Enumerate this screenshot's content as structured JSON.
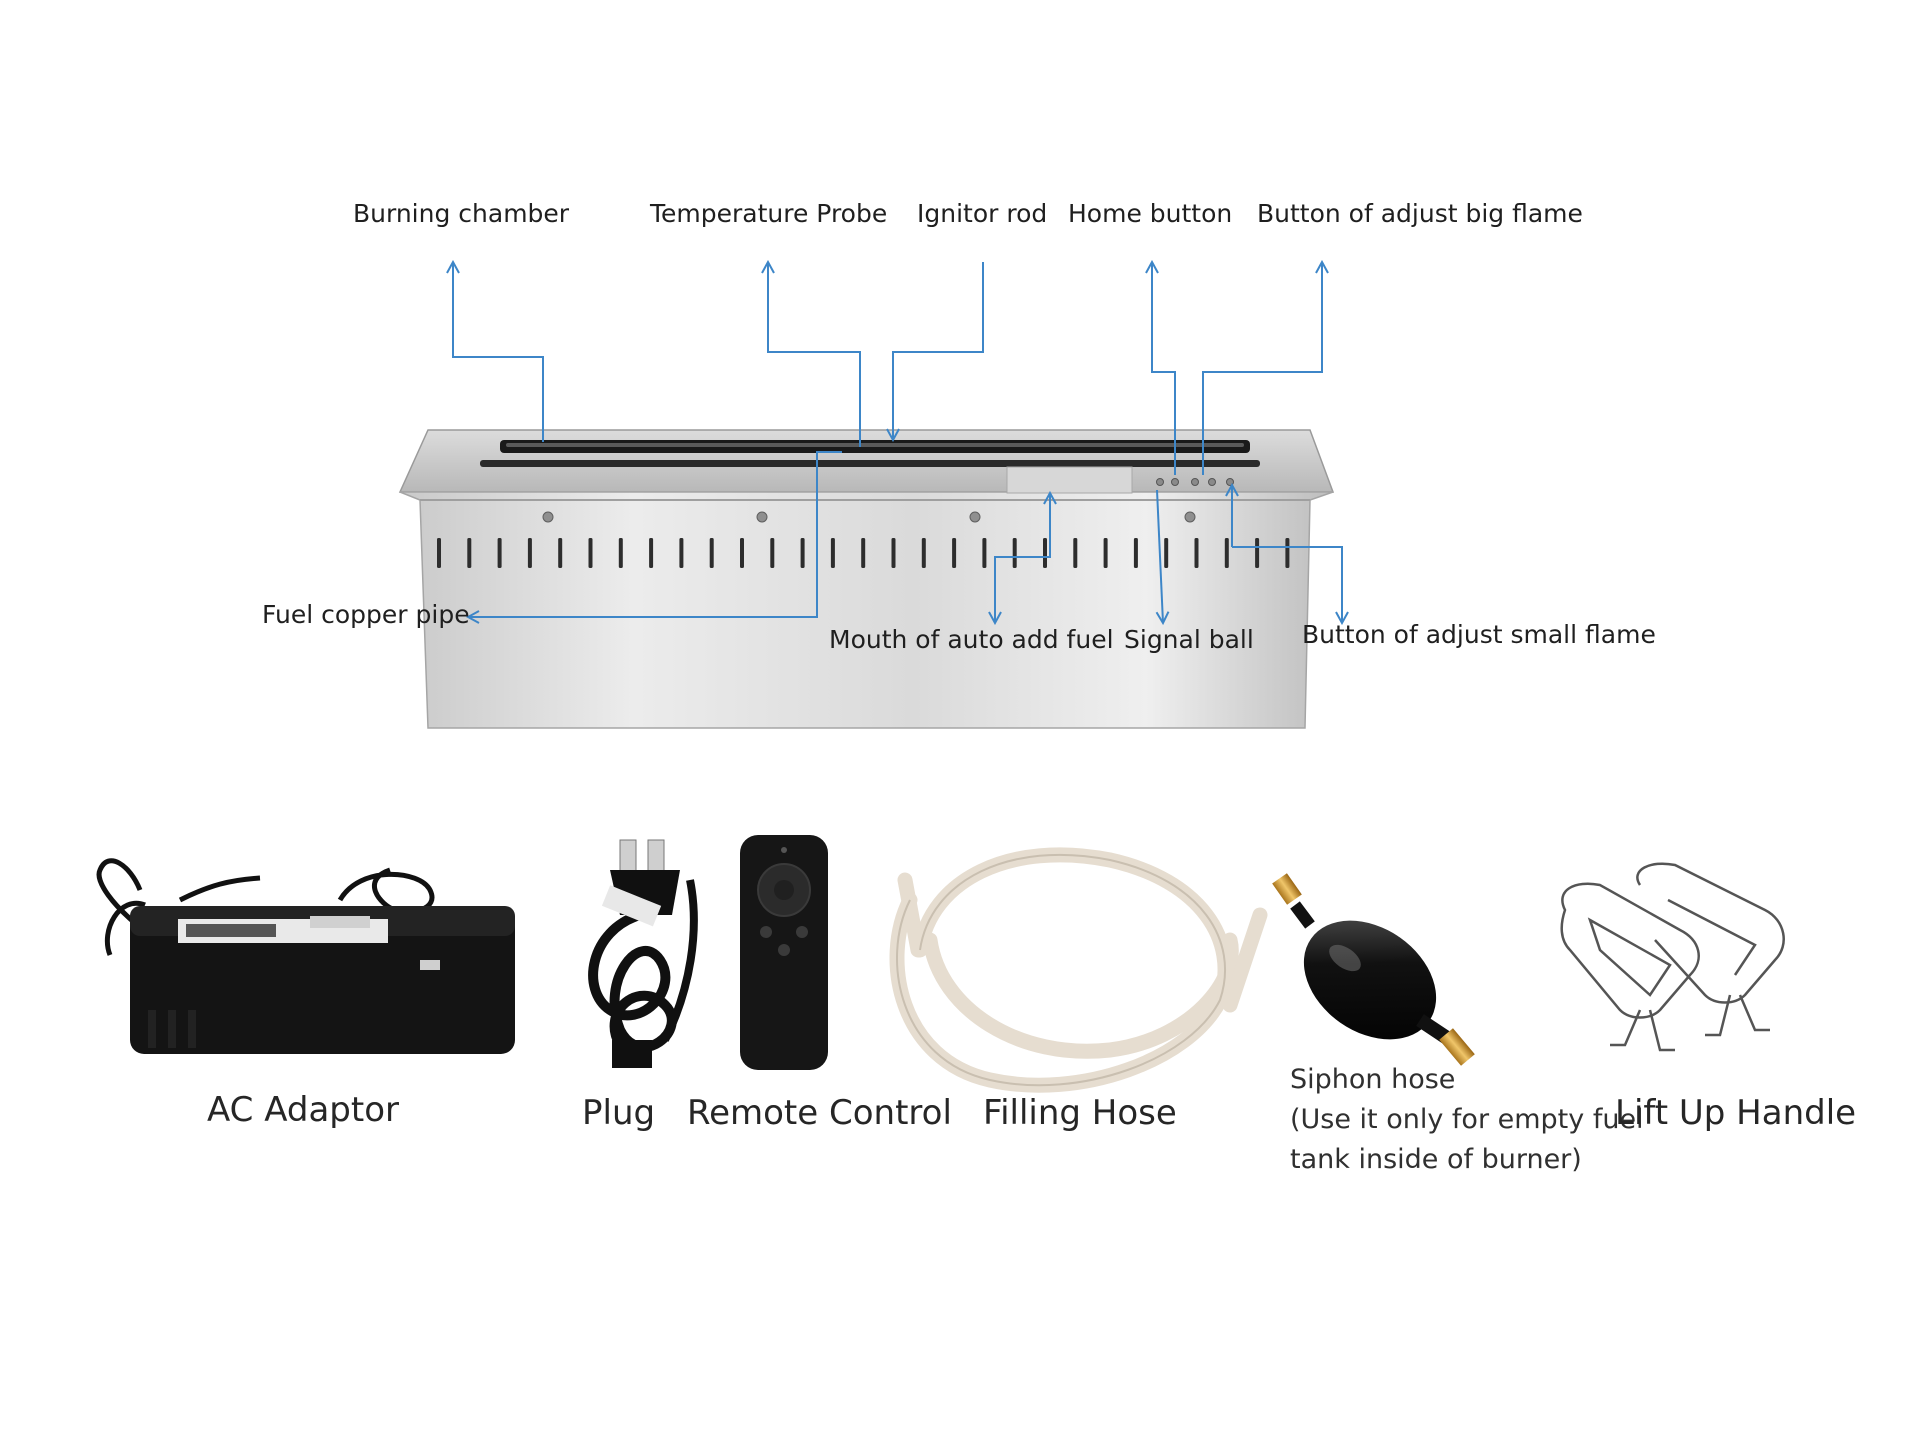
{
  "colors": {
    "callout_line": "#3d86c8",
    "steel_light": "#e9e9e9",
    "steel_dark": "#a9a9a9",
    "label_text": "#1f1f1f"
  },
  "callouts": {
    "burning_chamber": "Burning chamber",
    "temperature_probe": "Temperature Probe",
    "ignitor_rod": "Ignitor rod",
    "home_button": "Home button",
    "big_flame_button": "Button of adjust big flame",
    "fuel_copper_pipe": "Fuel copper pipe",
    "auto_add_fuel": "Mouth of auto add fuel",
    "signal_ball": "Signal ball",
    "small_flame_button": "Button of adjust small flame"
  },
  "accessories": {
    "ac_adaptor": "AC Adaptor",
    "plug": "Plug",
    "remote_control": "Remote Control",
    "filling_hose": "Filling Hose",
    "siphon_title": "Siphon hose",
    "siphon_note": "(Use it only for empty fuel tank inside of burner)",
    "lift_up_handle": "Lift Up Handle"
  }
}
